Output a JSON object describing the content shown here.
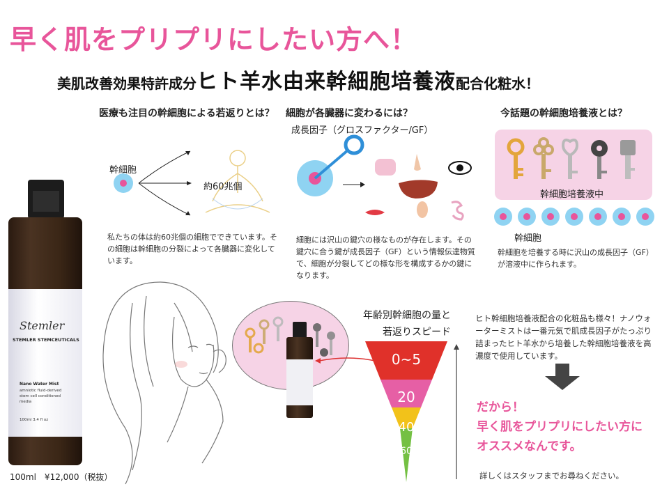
{
  "header": {
    "headline": "早く肌をプリプリにしたい方へ！",
    "sub_prefix": "美肌改善効果特許成分",
    "sub_main": "ヒト羊水由来幹細胞培養液",
    "sub_suffix": "配合化粧水！"
  },
  "section1": {
    "title": "医療も注目の幹細胞による若返りとは？",
    "cell_label": "幹細胞",
    "count_label": "約60兆個",
    "desc": "私たちの体は約60兆個の細胞でできています。その細胞は幹細胞の分裂によって各臓器に変化しています。"
  },
  "section2": {
    "title": "細胞が各臓器に変わるには？",
    "factor_label": "成長因子（グロスファクター/GF）",
    "desc": "細胞には沢山の鍵穴の様なものが存在します。その鍵穴に合う鍵が成長因子（GF）という情報伝達物質で、細胞が分裂してどの様な形を構成するかの鍵になります。"
  },
  "section3": {
    "title": "今話題の幹細胞培養液とは？",
    "culture_label": "幹細胞培養液中",
    "cell_label": "幹細胞",
    "desc": "幹細胞を培養する時に沢山の成長因子（GF）が溶液中に作られます。"
  },
  "product": {
    "brand_script": "Stemler",
    "brand": "STEMLER STEMCEUTICALS",
    "name": "Nano Water Mist",
    "line2": "amniotic fluid-derived",
    "line3": "stem cell conditioned",
    "line4": "media",
    "volume": "100ml 3.4 fl oz",
    "price": "100ml　¥12,000（税抜）"
  },
  "pyramid": {
    "title_line1": "年齢別幹細胞の量と",
    "title_line2": "若返りスピード",
    "levels": [
      {
        "label": "0~5",
        "color": "#e0312a"
      },
      {
        "label": "20",
        "color": "#e65fa5"
      },
      {
        "label": "40",
        "color": "#f2c21a"
      },
      {
        "label": "60",
        "color": "#74c043"
      }
    ]
  },
  "right": {
    "para": "ヒト幹細胞培養液配合の化粧品も様々！ナノウォーターミストは一番元気で肌成長因子がたっぷり詰まったヒト羊水から培養した幹細胞培養液を高濃度で使用しています。",
    "conclusion1": "だから！",
    "conclusion2": "早く肌をプリプリにしたい方に",
    "conclusion3": "オススメなんです。",
    "footer": "詳しくはスタッフまでお尋ねください。"
  },
  "colors": {
    "accent": "#e8559a",
    "cell_blue": "#8fd3f2",
    "cell_core": "#e8559a",
    "culture_bg": "#f6d3e6"
  }
}
